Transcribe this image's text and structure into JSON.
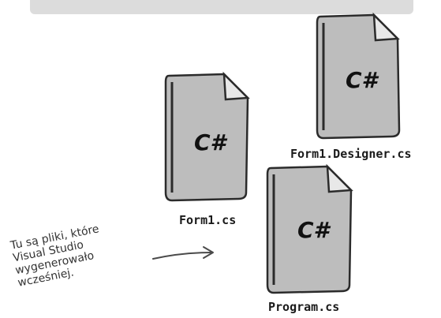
{
  "files": [
    {
      "id": "designer",
      "glyph": "C#",
      "label": "Form1.Designer.cs"
    },
    {
      "id": "form1",
      "glyph": "C#",
      "label": "Form1.cs"
    },
    {
      "id": "program",
      "glyph": "C#",
      "label": "Program.cs"
    }
  ],
  "note": {
    "lines": [
      "Tu są pliki, które",
      "Visual Studio",
      "wygenerowało",
      "wcześniej."
    ]
  },
  "colors": {
    "doc_fill": "#bdbdbd",
    "doc_fold": "#e8e8e8",
    "doc_outline": "#2b2b2b",
    "top_band": "#dcdcdc"
  }
}
